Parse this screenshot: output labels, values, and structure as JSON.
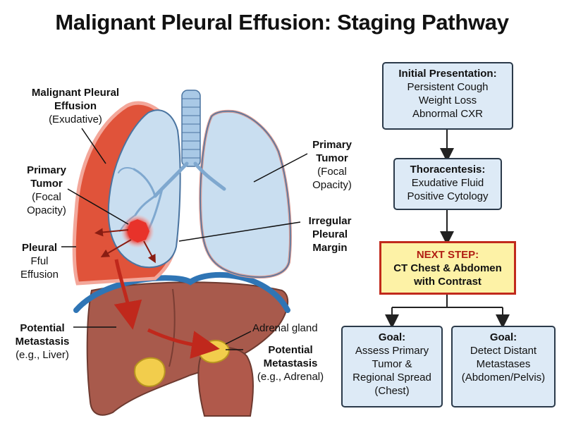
{
  "title": "Malignant Pleural Effusion: Staging Pathway",
  "labels": {
    "effusion": {
      "bold": "Malignant Pleural Effusion",
      "sub": "(Exudative)"
    },
    "tumor_left": {
      "bold": "Primary Tumor",
      "sub": "(Focal Opacity)"
    },
    "pleural": {
      "bold": "Pleural",
      "sub": "Fful Effusion"
    },
    "metastasis_liver": {
      "bold": "Potential Metastasis",
      "sub": "(e.g., Liver)"
    },
    "tumor_right": {
      "bold": "Primary Tumor",
      "sub": "(Focal Opacity)"
    },
    "irregular": {
      "bold": "Irregular Pleural Margin"
    },
    "adrenal_gland": {
      "text": "Adrenal gland"
    },
    "metastasis_adrenal": {
      "bold": "Potential Metastasis",
      "sub": "(e.g., Adrenal)"
    }
  },
  "flow": {
    "initial": {
      "title": "Initial Presentation:",
      "lines": [
        "Persistent Cough",
        "Weight Loss",
        "Abnormal CXR"
      ]
    },
    "thoracentesis": {
      "title": "Thoracentesis:",
      "lines": [
        "Exudative Fluid",
        "Positive Cytology"
      ]
    },
    "next_step": {
      "highlight": "NEXT STEP:",
      "lines": [
        "CT Chest & Abdomen",
        "with Contrast"
      ]
    },
    "goal_left": {
      "title": "Goal:",
      "lines": [
        "Assess Primary",
        "Tumor &",
        "Regional Spread",
        "(Chest)"
      ]
    },
    "goal_right": {
      "title": "Goal:",
      "lines": [
        "Detect Distant",
        "Metastases",
        "(Abdomen/Pelvis)"
      ]
    }
  },
  "colors": {
    "lung": "#c9def0",
    "effusion": "#e0533a",
    "liver": "#a85a4c",
    "diaphragm": "#2f75b5",
    "tumor": "#e8322a",
    "adrenal": "#f2cd4c",
    "box": "#ddeaf6",
    "next_bg": "#fdf2a6",
    "next_border": "#c12a1c"
  }
}
